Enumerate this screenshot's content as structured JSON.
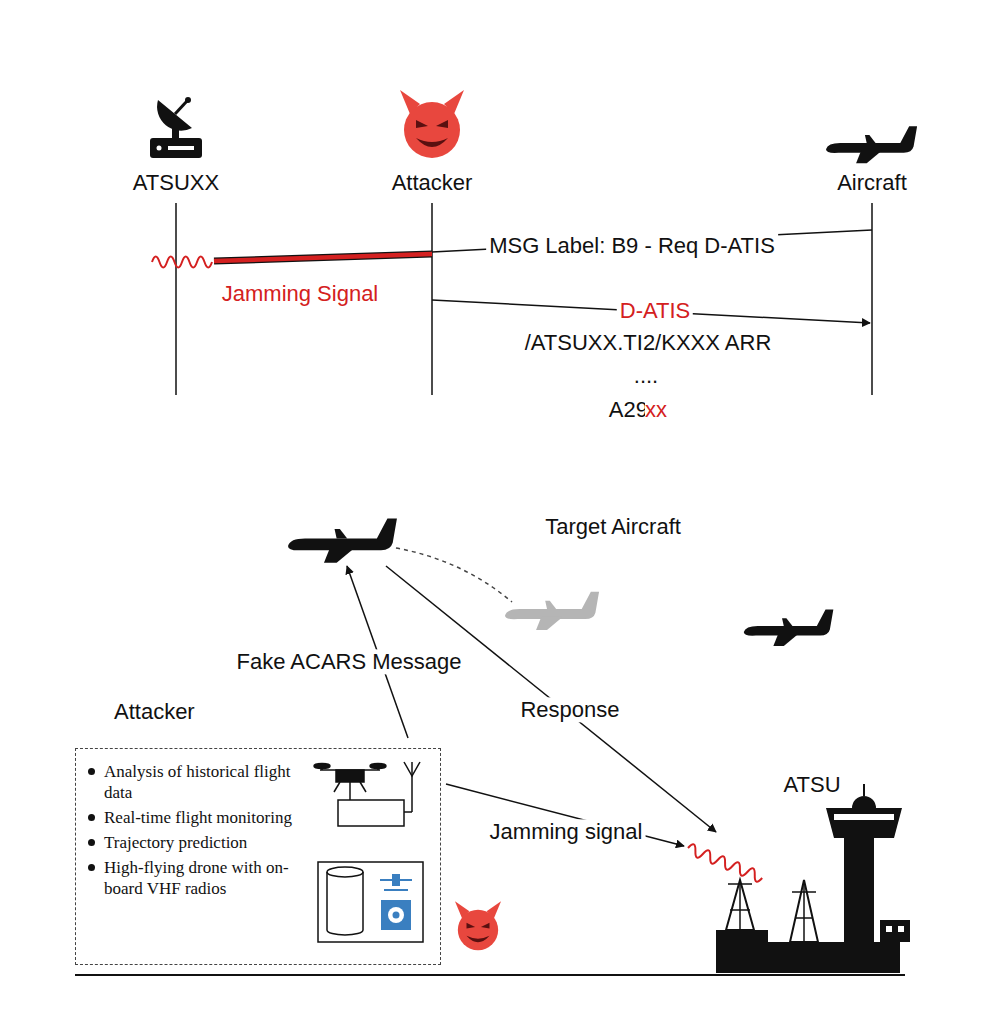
{
  "diagram": {
    "nodes": [
      {
        "text": [
          "Attacker",
          "Analysis of historical flight data",
          "Real-time flight monitoring",
          "Trajectory prediction",
          "High-flying drone with on-board VHF radios"
        ]
      }
    ],
    "labels": [
      "ATSUXX",
      "Attacker",
      "Aircraft",
      "MSG Label: B9 - Req D-ATIS",
      "Jamming Signal",
      "D-ATIS",
      "/ATSUXX.TI2/KXXX ARR",
      "....",
      "A29",
      "xx",
      "Target Aircraft",
      "Fake ACARS Message",
      "Response",
      "Jamming signal",
      "ATSU"
    ]
  }
}
